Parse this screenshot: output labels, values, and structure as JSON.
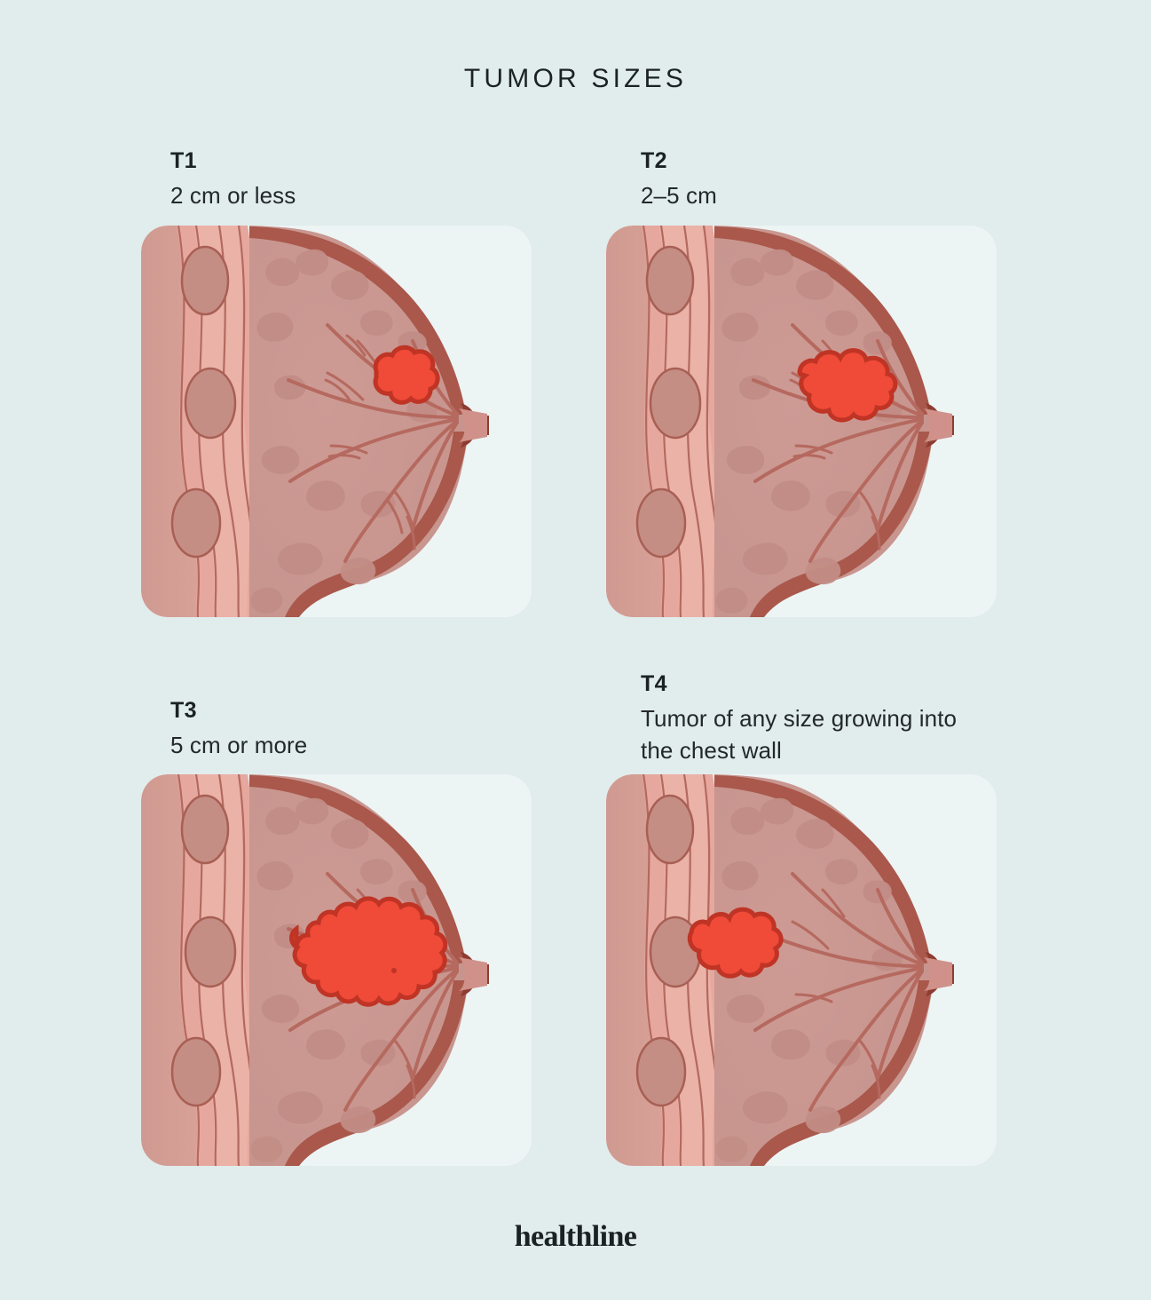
{
  "title": "TUMOR SIZES",
  "brand": "healthline",
  "colors": {
    "background": "#e1ecec",
    "card": "#edf4f4",
    "text": "#1b2225",
    "tumor_fill": "#f04a38",
    "tumor_stroke": "#bf3425",
    "tissue": "#cc9a93",
    "skin_outline": "#8e3c31",
    "muscle_light": "#e8aaa0",
    "muscle_mid": "#d99c92",
    "rib": "#c08b83",
    "rib_stroke": "#a85f54",
    "duct": "#b56b62"
  },
  "panels": [
    {
      "code": "T1",
      "description": "2 cm or less",
      "illustration": "breast-cross-section-with-tumor",
      "tumor": {
        "size": "small",
        "location": "upper-outer-breast-tissue"
      }
    },
    {
      "code": "T2",
      "description": "2–5 cm",
      "illustration": "breast-cross-section-with-tumor",
      "tumor": {
        "size": "medium",
        "location": "mid-outer-breast-tissue"
      }
    },
    {
      "code": "T3",
      "description": "5 cm or more",
      "illustration": "breast-cross-section-with-tumor",
      "tumor": {
        "size": "large",
        "location": "central-breast-tissue"
      }
    },
    {
      "code": "T4",
      "description": "Tumor of any size growing into the chest wall",
      "illustration": "breast-cross-section-with-tumor",
      "tumor": {
        "size": "medium",
        "location": "chest-wall-invasion"
      }
    }
  ]
}
